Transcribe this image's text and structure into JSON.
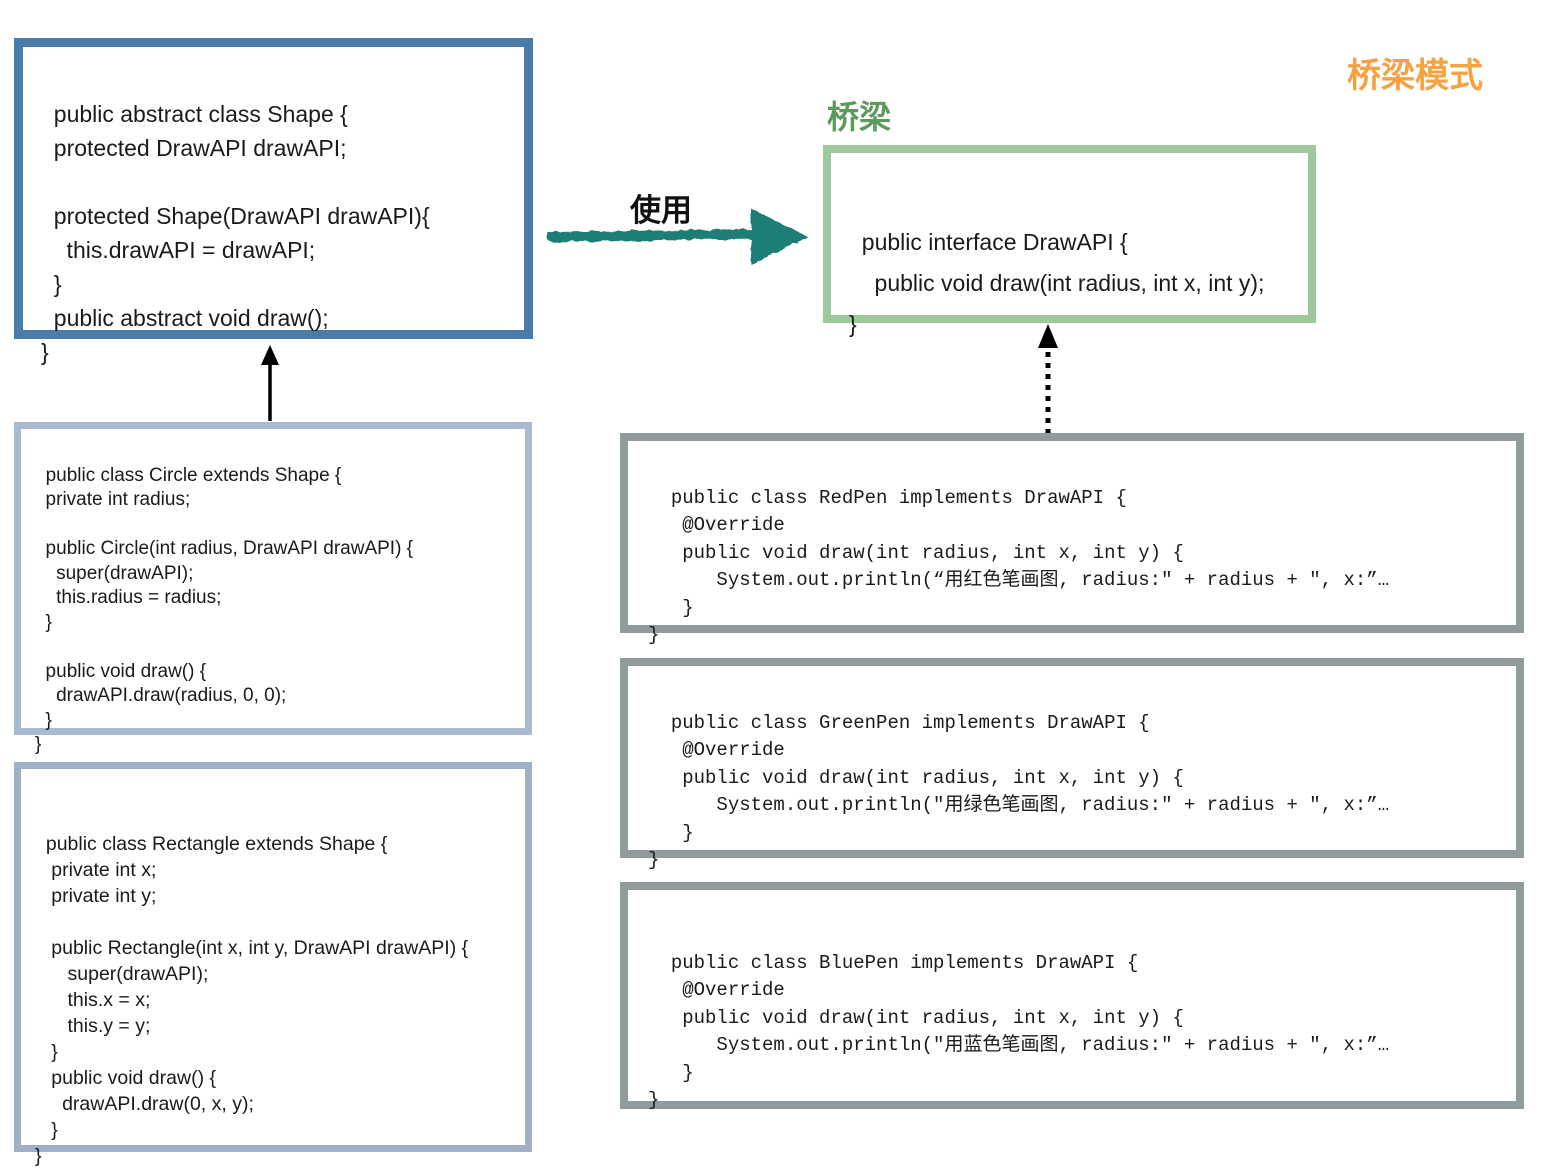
{
  "page": {
    "title": "桥梁模式"
  },
  "labels": {
    "bridge": "桥梁",
    "use": "使用"
  },
  "colors": {
    "title": "#F5A243",
    "bridge_label": "#5A9A5A",
    "use_arrow": "#1F7E76",
    "shape_border": "#4A7CA9",
    "drawapi_border": "#9CC89C",
    "circle_border": "#AAB9D2",
    "rectangle_border": "#9FB0C8",
    "pen_border": "#8F9B9D",
    "arrow_black": "#000000"
  },
  "boxes": {
    "shape": {
      "name": "Shape",
      "code": "public abstract class Shape {\n  protected DrawAPI drawAPI;\n\n  protected Shape(DrawAPI drawAPI){\n    this.drawAPI = drawAPI;\n  }\n  public abstract void draw();\n}"
    },
    "drawapi": {
      "name": "DrawAPI",
      "code": "public interface DrawAPI {\n    public void draw(int radius, int x, int y);\n}"
    },
    "circle": {
      "name": "Circle",
      "code": "public class Circle extends Shape {\n  private int radius;\n\n  public Circle(int radius, DrawAPI drawAPI) {\n    super(drawAPI);\n    this.radius = radius;\n  }\n\n  public void draw() {\n    drawAPI.draw(radius, 0, 0);\n  }\n}"
    },
    "rectangle": {
      "name": "Rectangle",
      "code": "public class Rectangle extends Shape {\n   private int x;\n   private int y;\n\n   public Rectangle(int x, int y, DrawAPI drawAPI) {\n      super(drawAPI);\n      this.x = x;\n      this.y = y;\n   }\n   public void draw() {\n     drawAPI.draw(0, x, y);\n   }\n}"
    },
    "redpen": {
      "name": "RedPen",
      "code": "public class RedPen implements DrawAPI {\n   @Override\n   public void draw(int radius, int x, int y) {\n      System.out.println(“用红色笔画图, radius:\" + radius + \", x:”…\n   }\n}"
    },
    "greenpen": {
      "name": "GreenPen",
      "code": "public class GreenPen implements DrawAPI {\n   @Override\n   public void draw(int radius, int x, int y) {\n      System.out.println(\"用绿色笔画图, radius:\" + radius + \", x:”…\n   }\n}"
    },
    "bluepen": {
      "name": "BluePen",
      "code": "public class BluePen implements DrawAPI {\n   @Override\n   public void draw(int radius, int x, int y) {\n      System.out.println(\"用蓝色笔画图, radius:\" + radius + \", x:”…\n   }\n}"
    }
  }
}
